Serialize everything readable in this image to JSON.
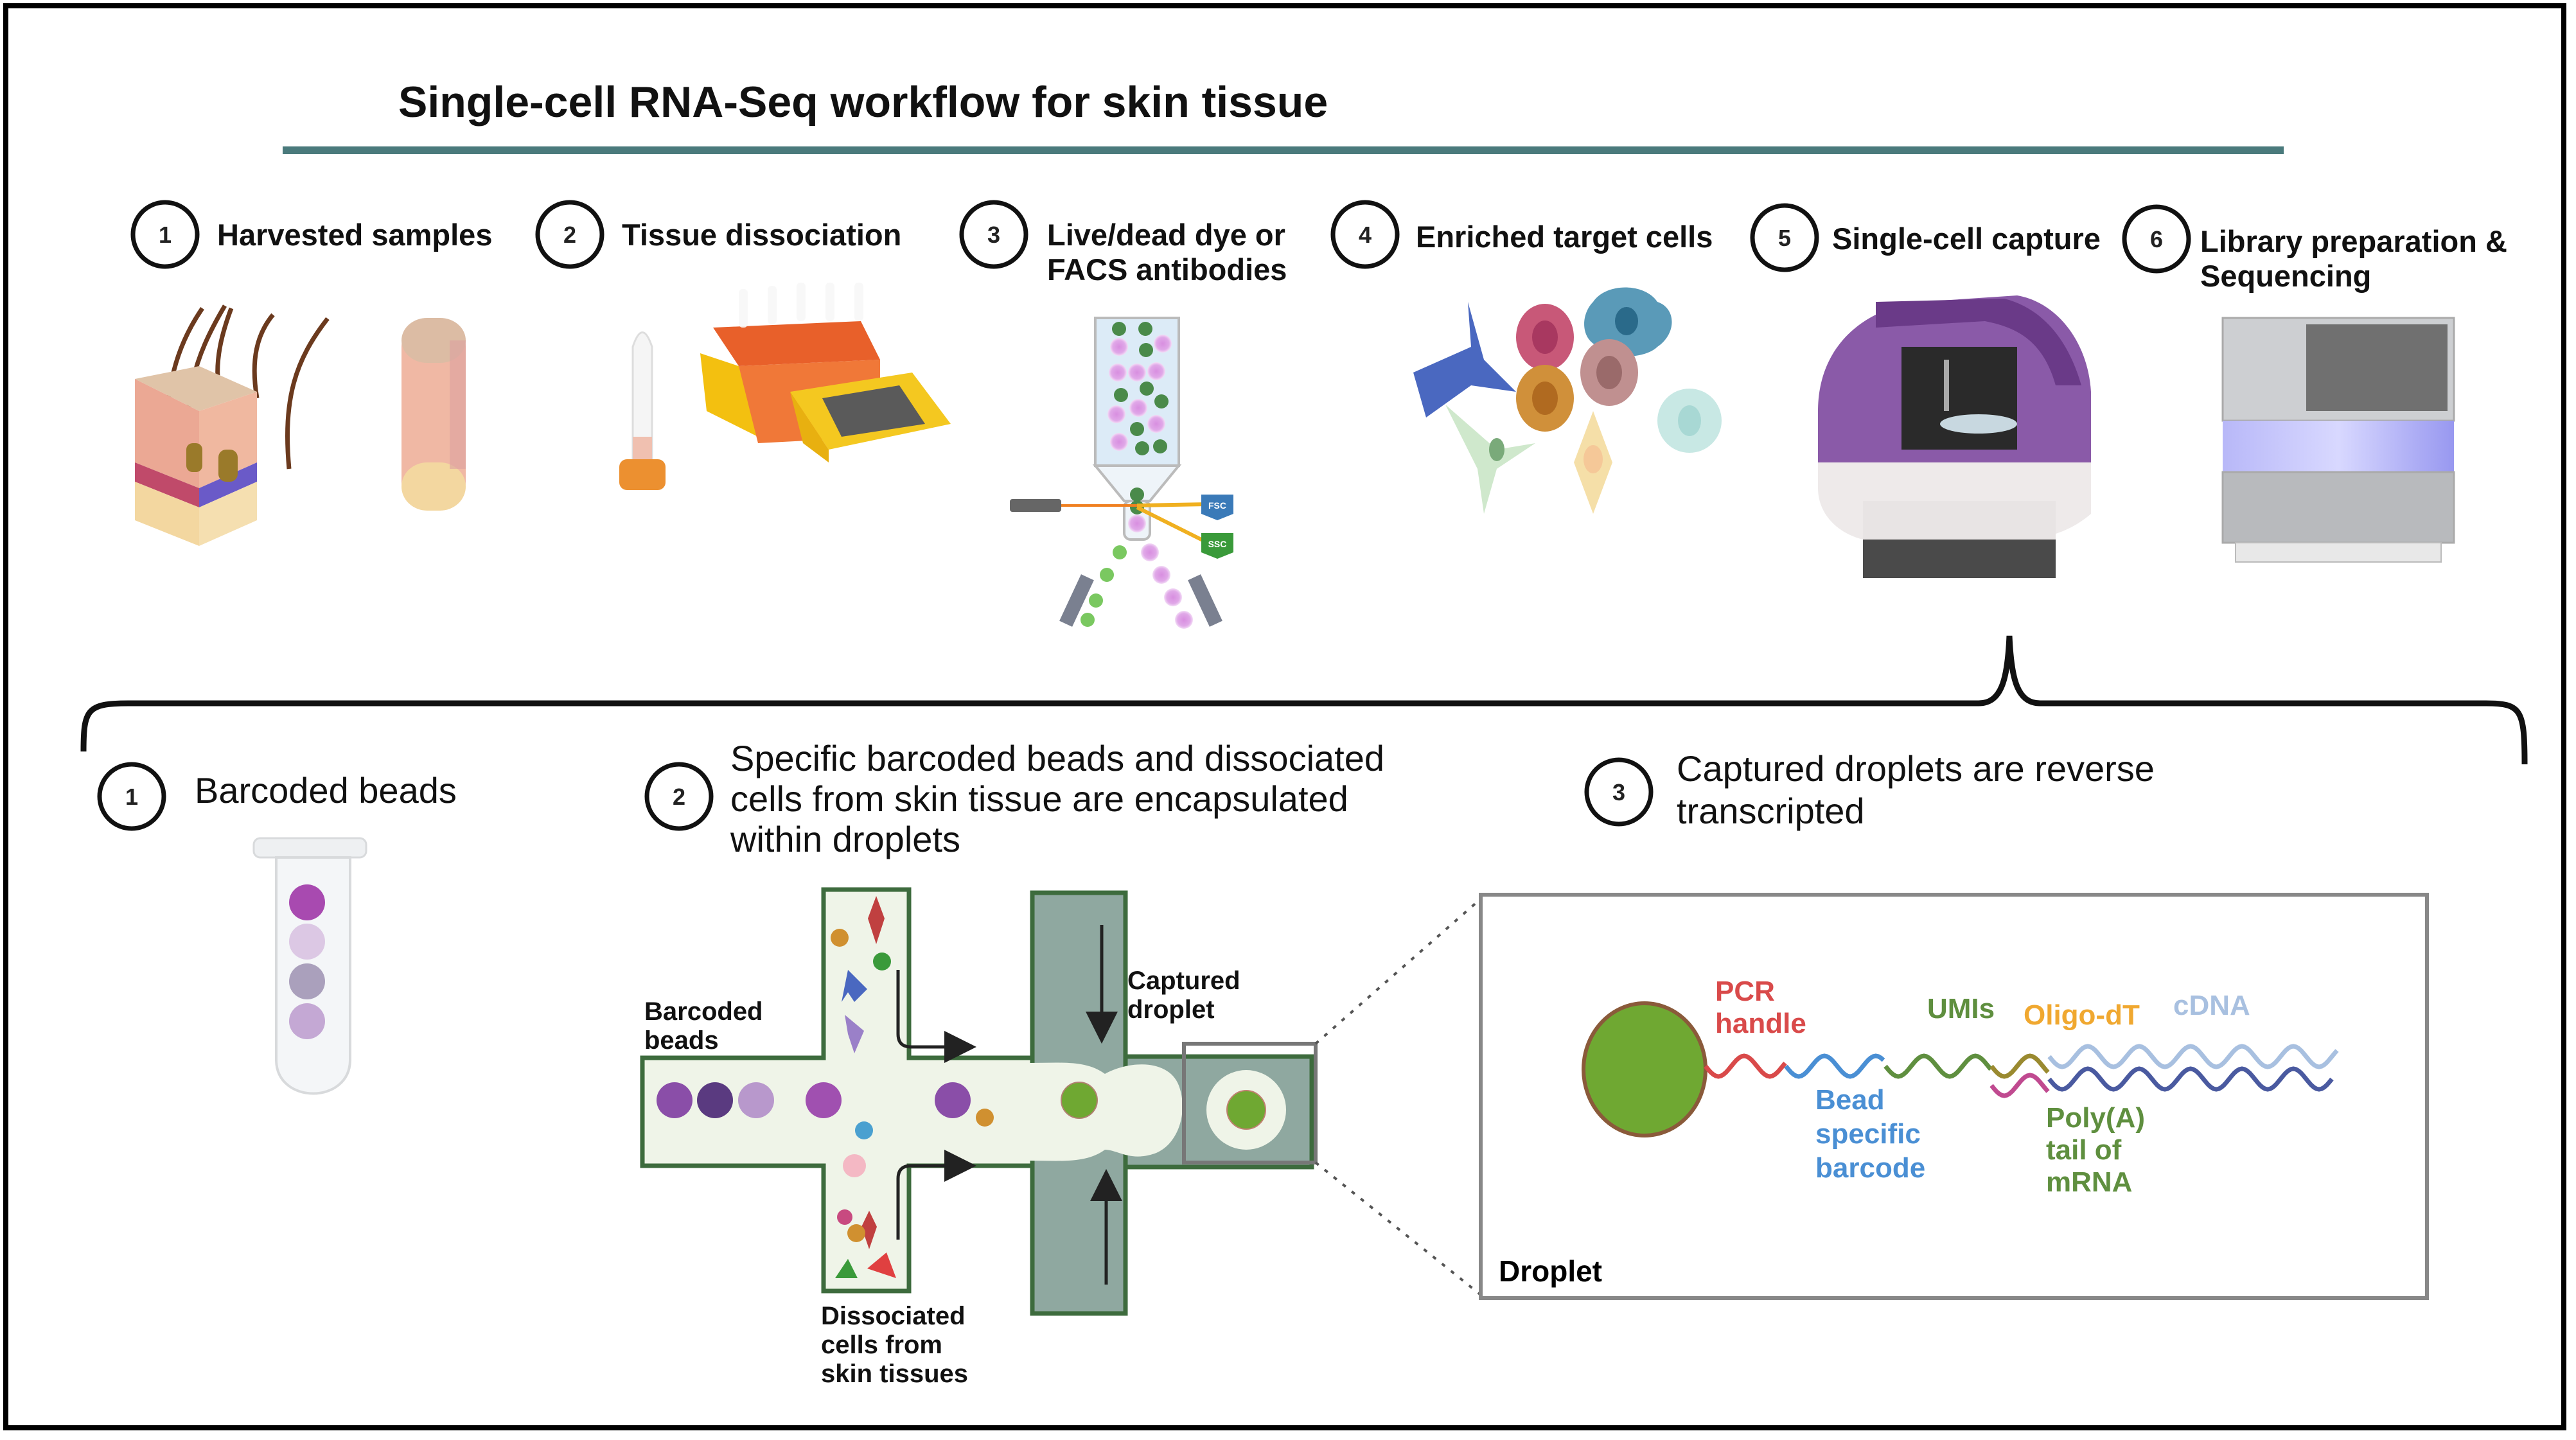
{
  "title": "Single-cell RNA-Seq workflow for skin tissue",
  "colors": {
    "title_rule": "#4a7a7c",
    "channel_fill": "#eff4e8",
    "channel_border": "#3d6b3d",
    "oil_fill": "#8fa8a0",
    "bead_green": "#6fa832",
    "instrument_purple": "#8a5aa8"
  },
  "workflow_steps": [
    {
      "num": "1",
      "label_lines": [
        "Harvested samples"
      ],
      "illustration": "skin-tissue-block-and-biopsy"
    },
    {
      "num": "2",
      "label_lines": [
        "Tissue dissociation"
      ],
      "illustration": "tube-and-dissociator-instrument"
    },
    {
      "num": "3",
      "label_lines": [
        "Live/dead dye or",
        "FACS antibodies"
      ],
      "illustration": "flow-cytometry-sorter"
    },
    {
      "num": "4",
      "label_lines": [
        "Enriched target cells"
      ],
      "illustration": "cell-cluster"
    },
    {
      "num": "5",
      "label_lines": [
        "Single-cell capture"
      ],
      "illustration": "single-cell-capture-instrument"
    },
    {
      "num": "6",
      "label_lines": [
        "Library preparation &",
        "Sequencing"
      ],
      "illustration": "sequencer"
    }
  ],
  "facs": {
    "fsc_label": "FSC",
    "ssc_label": "SSC"
  },
  "capture_steps": [
    {
      "num": "1",
      "label_lines": [
        "Barcoded beads"
      ]
    },
    {
      "num": "2",
      "label_lines": [
        "Specific barcoded beads and dissociated",
        "cells from skin tissue are encapsulated",
        "within droplets"
      ]
    },
    {
      "num": "3",
      "label_lines": [
        "Captured droplets are reverse",
        "transcripted"
      ]
    }
  ],
  "microfluidics": {
    "barcoded_beads_label": [
      "Barcoded",
      "beads"
    ],
    "captured_droplet_label": [
      "Captured",
      "droplet"
    ],
    "dissociated_cells_label": [
      "Dissociated",
      "cells from",
      "skin tissues"
    ]
  },
  "droplet_detail": {
    "box_label": "Droplet",
    "segments": [
      {
        "label_lines": [
          "PCR",
          "handle"
        ],
        "color": "#d94a4a"
      },
      {
        "label_lines": [
          "Bead",
          "specific",
          "barcode"
        ],
        "color": "#4a8fd4"
      },
      {
        "label_lines": [
          "UMIs"
        ],
        "color": "#5f8f3f"
      },
      {
        "label_lines": [
          "Oligo-dT"
        ],
        "color": "#f0a830"
      },
      {
        "label_lines": [
          "cDNA"
        ],
        "color": "#a8c0e0"
      },
      {
        "label_lines": [
          "Poly(A)",
          "tail of",
          "mRNA"
        ],
        "color": "#5f8f3f"
      }
    ]
  }
}
